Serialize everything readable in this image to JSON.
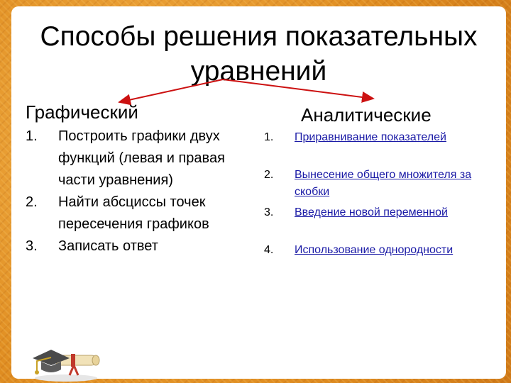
{
  "title": {
    "line1": "Способы решения показательных",
    "line2": "уравнений"
  },
  "left": {
    "heading": "Графический",
    "items": [
      {
        "num": "1.",
        "text": "Построить графики двух функций (левая и правая части уравнения)"
      },
      {
        "num": "2.",
        "text": "Найти абсциссы точек пересечения графиков"
      },
      {
        "num": "3.",
        "text": "Записать ответ"
      }
    ]
  },
  "right": {
    "heading": "Аналитические",
    "items": [
      {
        "num": "1.",
        "text": "Приравнивание показателей"
      },
      {
        "num": "2.",
        "text": "Вынесение общего множителя за скобки"
      },
      {
        "num": "3.",
        "text": "Введение новой переменной"
      },
      {
        "num": "4.",
        "text": "Использование однородности"
      }
    ]
  },
  "colors": {
    "arrow": "#cc1111",
    "link": "#1a1aa6",
    "background": "#e89a2e"
  },
  "icons": {
    "clipart": "graduation-cap-diploma-icon"
  }
}
